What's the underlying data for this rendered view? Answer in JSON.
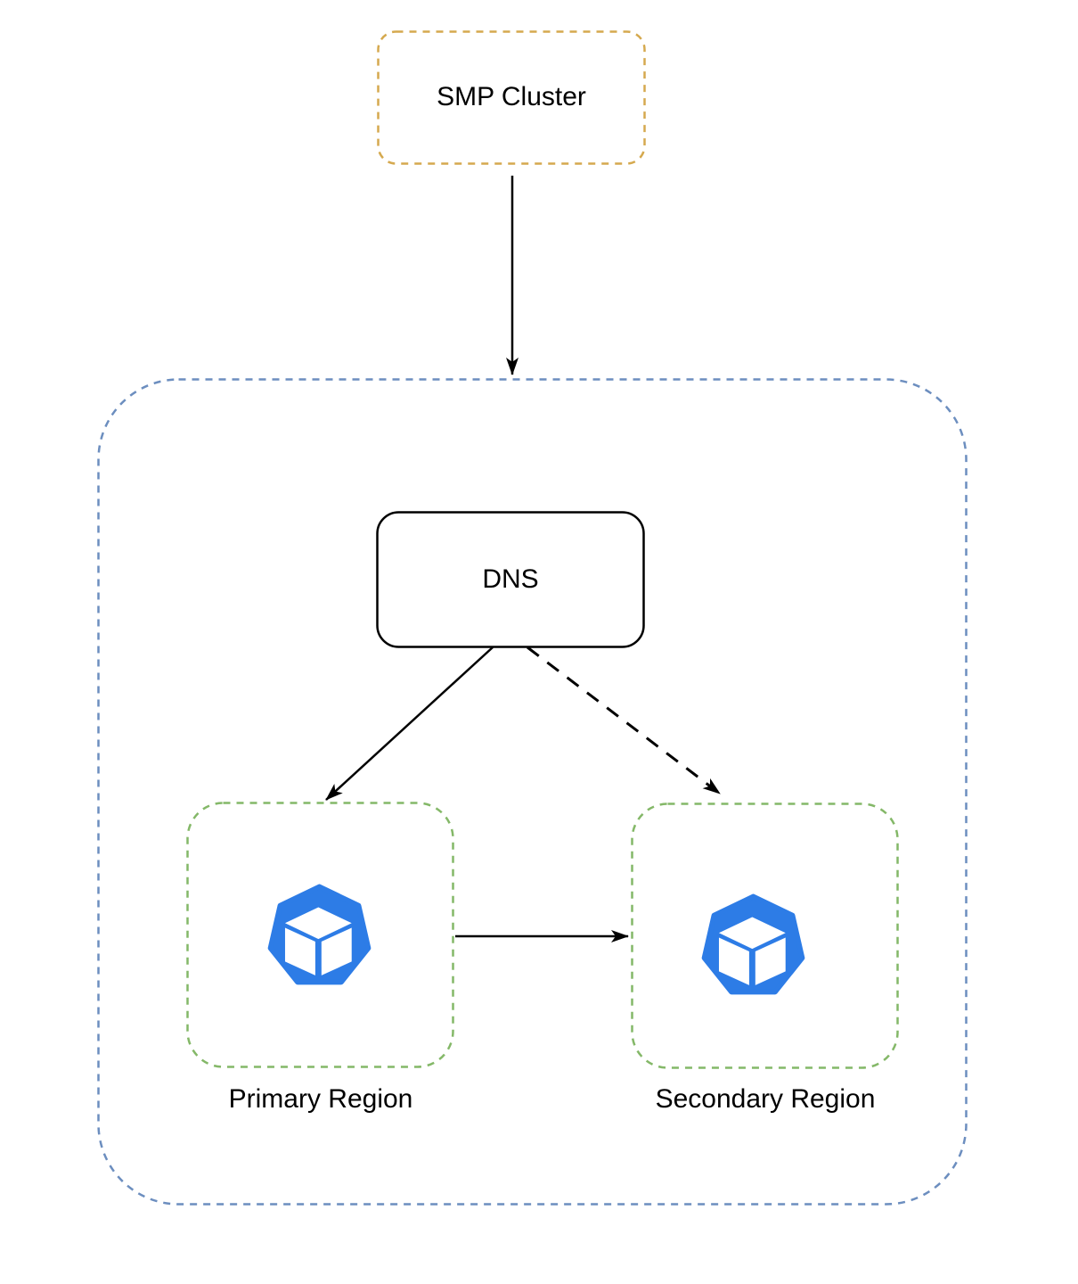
{
  "diagram": {
    "nodes": {
      "smp_cluster": {
        "label": "SMP Cluster"
      },
      "dns": {
        "label": "DNS"
      },
      "primary_region": {
        "label": "Primary Region",
        "icon": "heptagon-cube"
      },
      "secondary_region": {
        "label": "Secondary Region",
        "icon": "heptagon-cube"
      }
    },
    "edges": [
      {
        "from": "smp_cluster",
        "to": "region_container",
        "style": "solid-arrow"
      },
      {
        "from": "dns",
        "to": "primary_region",
        "style": "solid-arrow"
      },
      {
        "from": "dns",
        "to": "secondary_region",
        "style": "dashed-arrow"
      },
      {
        "from": "primary_region",
        "to": "secondary_region",
        "style": "solid-arrow"
      }
    ],
    "colors": {
      "smp_border": "#D5A94F",
      "container_border": "#6C8EBF",
      "region_border": "#84B868",
      "dns_border": "#000000",
      "icon_blue": "#2D7CE6",
      "arrow": "#000000",
      "background": "#FFFFFF"
    }
  }
}
